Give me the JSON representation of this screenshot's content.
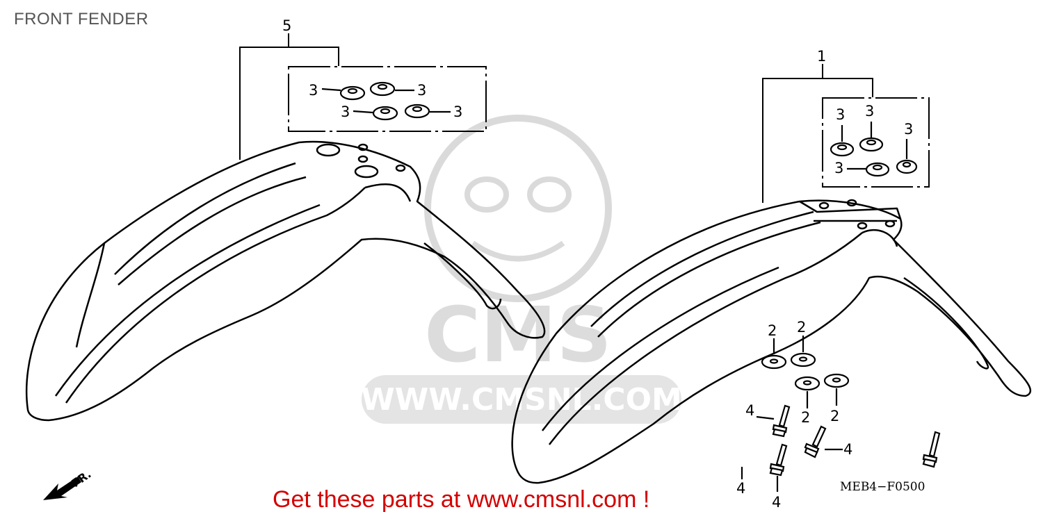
{
  "page_title": "FRONT FENDER",
  "promo_text": "Get these parts at www.cmsnl.com !",
  "diagram_code": "MEB4−F0500",
  "front_indicator": "FR.",
  "watermark": {
    "brand": "CMS",
    "url": "WWW.CMSNL.COM"
  },
  "callouts": {
    "left_set": "5",
    "right_set": "1",
    "left_grommets": [
      "3",
      "3",
      "3",
      "3"
    ],
    "right_grommets": [
      "3",
      "3",
      "3",
      "3"
    ],
    "washers": [
      "2",
      "2",
      "2",
      "2"
    ],
    "bolts": [
      "4",
      "4",
      "4",
      "4"
    ]
  },
  "colors": {
    "promo": "#d40000",
    "title": "#555555",
    "watermark": "#c8c8c8"
  }
}
